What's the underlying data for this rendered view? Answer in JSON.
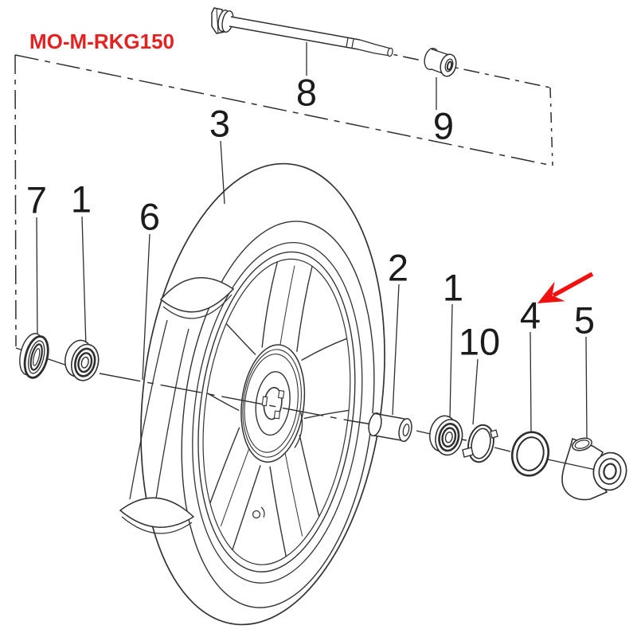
{
  "diagram": {
    "code": "MO-M-RKG150",
    "arrow_target": "4",
    "part_labels": [
      {
        "text": "3"
      },
      {
        "text": "8"
      },
      {
        "text": "9"
      },
      {
        "text": "7"
      },
      {
        "text": "1"
      },
      {
        "text": "6"
      },
      {
        "text": "2"
      },
      {
        "text": "1"
      },
      {
        "text": "10"
      },
      {
        "text": "4"
      },
      {
        "text": "5"
      }
    ]
  },
  "colors": {
    "ink": "#2e2e2e",
    "label_ink": "#1b1b1b",
    "code_red": "#e42222",
    "arrow_red": "#f21111",
    "background": "#ffffff"
  }
}
